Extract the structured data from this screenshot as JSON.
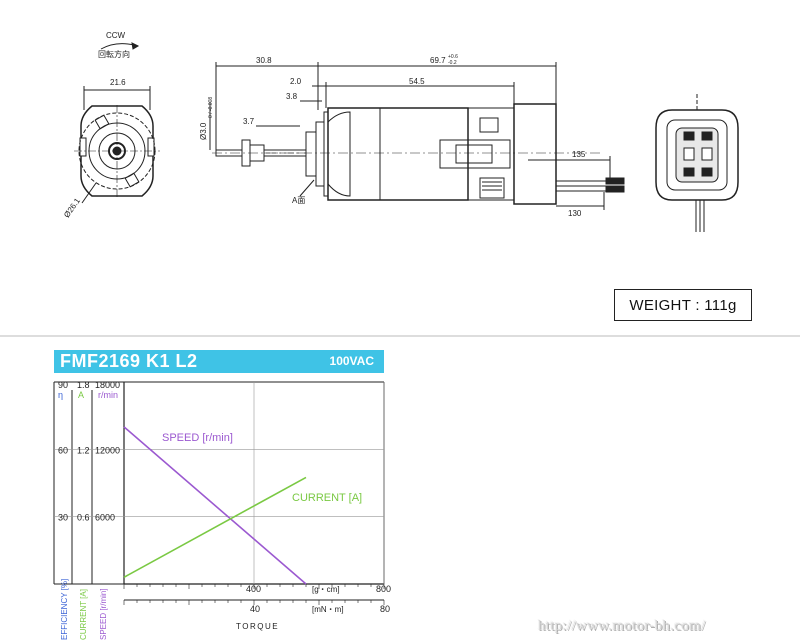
{
  "drawing": {
    "rotation_label": "CCW",
    "rotation_label_jp": "回転方向",
    "dims": {
      "front_width": "21.6",
      "front_dia": "Ø26.1",
      "shaft_to_body": "30.8",
      "body_length": "69.7",
      "body_length_tol_upper": "+0.6",
      "body_length_tol_lower": "-0.2",
      "step_a": "2.0",
      "main_body": "54.5",
      "step_b": "3.8",
      "shaft_len": "3.7",
      "shaft_dia": "Ø3.0",
      "shaft_dia_tol": "0 / -0.008",
      "face_label": "A面",
      "lead_long": "135",
      "lead_short": "130"
    },
    "weight": "WEIGHT : 111g"
  },
  "chart_header": {
    "model": "FMF2169 K1 L2",
    "voltage": "100VAC"
  },
  "chart_data": {
    "type": "line",
    "title": "FMF2169 K1 L2",
    "subtitle": "100VAC",
    "xlabel": "TORQUE",
    "x_units_top": "[g・cm]",
    "x_units_bottom": "[mN・m]",
    "x_ticks_top": [
      "400",
      "800"
    ],
    "x_ticks_bottom": [
      "40",
      "80"
    ],
    "xlim_gcm": [
      0,
      800
    ],
    "y_axes": [
      {
        "name": "EFFICIENCY [%]",
        "symbol": "η",
        "ticks": [
          "90",
          "60",
          "30"
        ],
        "ylim": [
          0,
          90
        ],
        "color": "#3b63d6"
      },
      {
        "name": "CURRENT [A]",
        "symbol": "A",
        "ticks": [
          "1.8",
          "1.2",
          "0.6"
        ],
        "ylim": [
          0,
          1.8
        ],
        "color": "#7ac943"
      },
      {
        "name": "SPEED [r/min]",
        "symbol": "r/min",
        "ticks": [
          "18000",
          "12000",
          "6000"
        ],
        "ylim": [
          0,
          18000
        ],
        "color": "#9b59d0"
      }
    ],
    "series": [
      {
        "name": "SPEED [r/min]",
        "axis": "speed",
        "color": "#9b59d0",
        "x": [
          0,
          560
        ],
        "y": [
          14000,
          0
        ]
      },
      {
        "name": "CURRENT [A]",
        "axis": "current",
        "color": "#7ac943",
        "x": [
          0,
          560
        ],
        "y": [
          0.06,
          0.95
        ]
      }
    ],
    "grid": true
  },
  "footer": {
    "url": "http://www.motor-bh.com/"
  }
}
